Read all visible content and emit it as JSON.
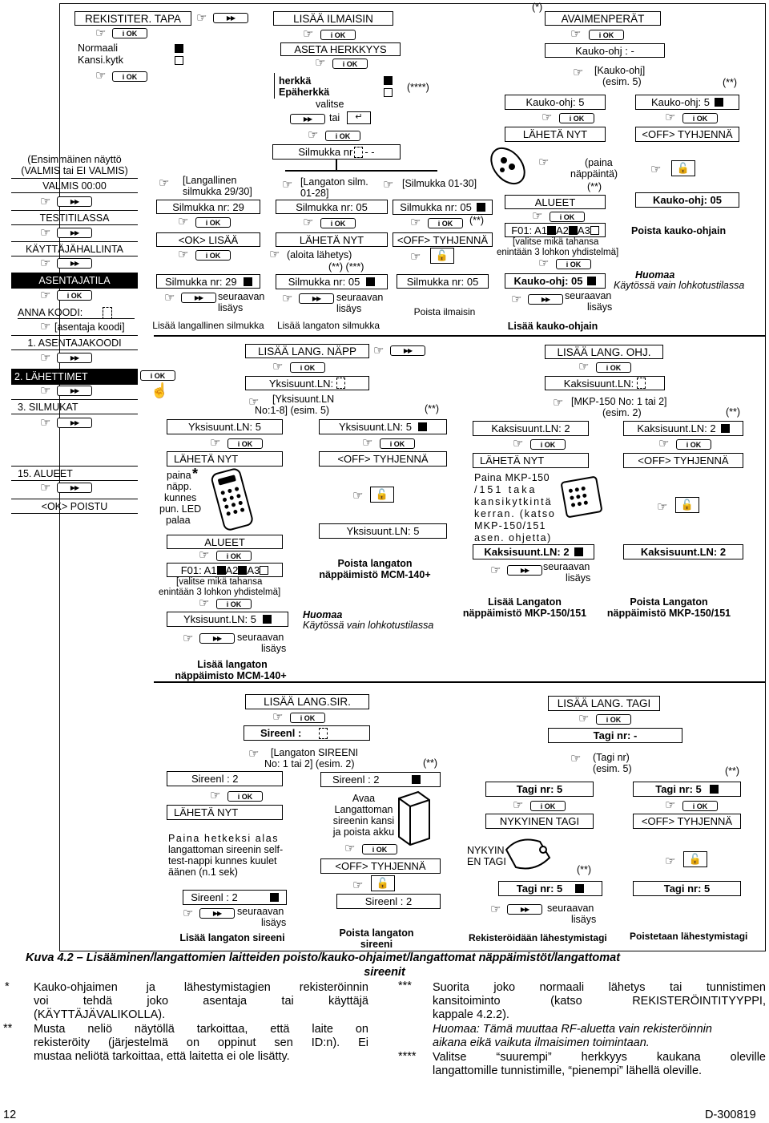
{
  "menu": {
    "tapa": "REKISTITER. TAPA",
    "normaali": "Normaali",
    "kansi": "Kansi.kytk",
    "first_note1": "(Ensimmäinen näyttö",
    "first_note2": "(VALMIS tai EI VALMIS)",
    "valmis": "VALMIS 00:00",
    "testitila": "TESTITILASSA",
    "kayttaja": "KÄYTTÄJÄHALLINTA",
    "asentaja": "ASENTAJATILA",
    "koodi": "ANNA KOODI:",
    "asentaja_koodi": "[asentaja koodi]",
    "asentajakoodi": "1. ASENTAJAKOODI",
    "lahettimet": "2. LÄHETTIMET",
    "silmukat": "3. SILMUKAT",
    "alueet": "15. ALUEET",
    "poistu": "<OK> POISTU"
  },
  "ok": "i OK",
  "wired": {
    "note": "[Langallinen",
    "note2": "silmukka 29/30]",
    "nr": "Silmukka nr: 29",
    "lisaa": "<OK> LISÄÄ",
    "nr2": "Silmukka nr: 29",
    "next": "seuraavan",
    "next2": "lisäys",
    "caption": "Lisää langallinen silmukka"
  },
  "det": {
    "title": "LISÄÄ ILMAISIN",
    "herkkyys": "ASETA HERKKYYS",
    "herkka": "herkkä",
    "epaherkka": "Epäherkkä",
    "valitse": "valitse",
    "tai": "tai",
    "stars4": "(****)",
    "silmukka": "Silmukka nr",
    "silmukka_dash": "- -",
    "wl_note": "[Langaton silm.",
    "wl_note2": "01-28]",
    "wl_nr": "Silmukka nr: 05",
    "send": "LÄHETÄ NYT",
    "send_note": "(aloita lähetys)",
    "stars": "(**) (***)",
    "wl_nr2": "Silmukka nr: 05",
    "next": "seuraavan",
    "next2": "lisäys",
    "caption": "Lisää langaton silmukka",
    "rm_note": "[Silmukka 01-30]",
    "rm_nr": "Silmukka nr: 05",
    "rm_stars": "(**)",
    "rm_off": "<OFF> TYHJENNÄ",
    "rm_nr2": "Silmukka nr: 05",
    "rm_caption": "Poista ilmaisin"
  },
  "remote": {
    "title": "AVAIMENPERÄT",
    "kauko": "Kauko-ohj : -",
    "note": "[Kauko-ohj]",
    "note2": "(esim. 5)",
    "stars": "(**)",
    "k5": "Kauko-ohj: 5",
    "k5b": "Kauko-ohj: 5",
    "send": "LÄHETÄ NYT",
    "off": "<OFF> TYHJENNÄ",
    "paina": "(paina",
    "paina2": "näppäintä)",
    "stars2": "(**)",
    "alueet": "ALUEET",
    "f01": "F01: A1",
    "a2": "A2",
    "a3": "A3",
    "valitse": "[valitse mikä tahansa",
    "valitse2": "enintään 3 lohkon yhdistelmä]",
    "k05": "Kauko-ohj: 05",
    "k05b": "Kauko-ohj: 05",
    "poista": "Poista kauko-ohjain",
    "huomaa": "Huomaa",
    "huomaa2": "Käytössä vain lohkotustilassa",
    "next": "seuraavan",
    "next2": "lisäys",
    "caption": "Lisää kauko-ohjain"
  },
  "kp": {
    "title": "LISÄÄ LANG. NÄPP",
    "yks": "Yksisuunt.LN:",
    "note": "[Yksisuunt.LN",
    "note2": "No:1-8] (esim. 5)",
    "stars": "(**)",
    "y5": "Yksisuunt.LN: 5",
    "y5b": "Yksisuunt.LN: 5",
    "send": "LÄHETÄ NYT",
    "off": "<OFF> TYHJENNÄ",
    "paina": "paina",
    "napp": "näpp.",
    "kunnes": "kunnes",
    "pun": "pun. LED",
    "palaa": "palaa",
    "y5c": "Yksisuunt.LN: 5",
    "poista": "Poista langaton",
    "poista2": "näppäimistö MCM-140+",
    "alueet": "ALUEET",
    "f01": "F01: A1",
    "a2": "A2",
    "a3": "A3",
    "valitse": "[valitse mikä tahansa",
    "valitse2": "enintään 3 lohkon yhdistelmä]",
    "huomaa": "Huomaa",
    "huomaa2": "Käytössä vain lohkotustilassa",
    "y5d": "Yksisuunt.LN: 5",
    "next": "seuraavan",
    "next2": "lisäys",
    "caption": "Lisää langaton",
    "caption2": "näppäimisto MCM-140+"
  },
  "kp2": {
    "title": "LISÄÄ LANG. OHJ.",
    "kaks": "Kaksisuunt.LN:",
    "note": "[MKP-150  No: 1 tai 2]",
    "note2": "(esim. 2)",
    "stars": "(**)",
    "k2": "Kaksisuunt.LN: 2",
    "k2b": "Kaksisuunt.LN: 2",
    "send": "LÄHETÄ NYT",
    "off": "<OFF> TYHJENNÄ",
    "instr1": "Paina MKP-150",
    "instr2": "/151 taka",
    "instr3": "kansikytkintä",
    "instr4": "kerran. (katso",
    "instr5": "MKP-150/151",
    "instr6": "asen. ohjetta)",
    "k2c": "Kaksisuunt.LN: 2",
    "k2d": "Kaksisuunt.LN: 2",
    "next": "seuraavan",
    "next2": "lisäys",
    "caption": "Lisää Langaton",
    "caption2": "näppäimistö MKP-150/151",
    "rcaption": "Poista Langaton",
    "rcaption2": "näppäimistö MKP-150/151"
  },
  "siren": {
    "title": "LISÄÄ LANG.SIR.",
    "sireeni": "Sireenl :",
    "note": "[Langaton SIREENI",
    "note2": "No: 1 tai 2] (esim. 2)",
    "stars": "(**)",
    "s2": "Sireenl : 2",
    "s2b": "Sireenl : 2",
    "send": "LÄHETÄ NYT",
    "instr1": "Paina hetkeksi alas",
    "instr2": "langattoman sireenin self-",
    "instr3": "test-nappi kunnes kuulet",
    "instr4": "äänen (n.1 sek)",
    "avaa1": "Avaa",
    "avaa2": "Langattoman",
    "avaa3": "sireenin kansi",
    "avaa4": "ja poista akku",
    "off": "<OFF> TYHJENNÄ",
    "s2c": "Sireenl : 2",
    "s2d": "Sireenl : 2",
    "next": "seuraavan",
    "next2": "lisäys",
    "caption": "Lisää langaton sireeni",
    "rcaption": "Poista langaton",
    "rcaption2": "sireeni"
  },
  "tag": {
    "title": "LISÄÄ LANG. TAGI",
    "tagi": "Tagi nr: -",
    "note": "(Tagi nr)",
    "note2": "(esim. 5)",
    "stars": "(**)",
    "t5": "Tagi nr: 5",
    "t5b": "Tagi nr: 5",
    "nyky": "NYKYINEN TAGI",
    "off": "<OFF> TYHJENNÄ",
    "nyky2": "NYKYIN",
    "nyky3": "EN TAGI",
    "stars2": "(**)",
    "t5c": "Tagi nr: 5",
    "t5d": "Tagi nr: 5",
    "next": "seuraavan",
    "next2": "lisäys",
    "caption": "Rekisteröidään lähestymistagi",
    "rcaption": "Poistetaan lähestymistagi"
  },
  "figure": {
    "caption": "Kuva 4.2 – Lisääminen/langattomien laitteiden poisto/kauko-ohjaimet/langattomat näppäimistöt/langattomat",
    "caption2": "sireenit"
  },
  "notes": {
    "s1": "*",
    "n1": "Kauko-ohjaimen ja lähestymistagien rekisteröinnin",
    "n1b": "voi tehdä joko asentaja tai käyttäjä",
    "n1c": "(KÄYTTÄJÄVALIKOLLA).",
    "s2": "**",
    "n2": "Musta neliö näytöllä tarkoittaa, että laite on",
    "n2b": "rekisteröity (järjestelmä on oppinut sen ID:n). Ei",
    "n2c": "mustaa neliötä tarkoittaa, että laitetta ei ole lisätty.",
    "s3": "***",
    "n3": "Suorita joko normaali lähetys tai tunnistimen",
    "n3b": "kansitoiminto (katso REKISTERÖINTITYYPPI,",
    "n3c": "kappale 4.2.2).",
    "n3d": "Huomaa: Tämä muuttaa RF-aluetta vain rekisteröinnin",
    "n3e": "aikana eikä vaikuta ilmaisimen toimintaan.",
    "s4": "****",
    "n4": "Valitse “suurempi” herkkyys kaukana oleville",
    "n4b": "langattomille tunnistimille, “pienempi” lähellä oleville."
  },
  "footer": {
    "page": "12",
    "doc": "D-300819"
  },
  "icons": [
    "pointing-hand-icon",
    "fast-forward-button-icon",
    "info-ok-button-icon",
    "unlock-icon",
    "back-arrow-icon",
    "remote-fob-icon",
    "keypad-icon",
    "siren-icon",
    "finger-press-icon"
  ]
}
